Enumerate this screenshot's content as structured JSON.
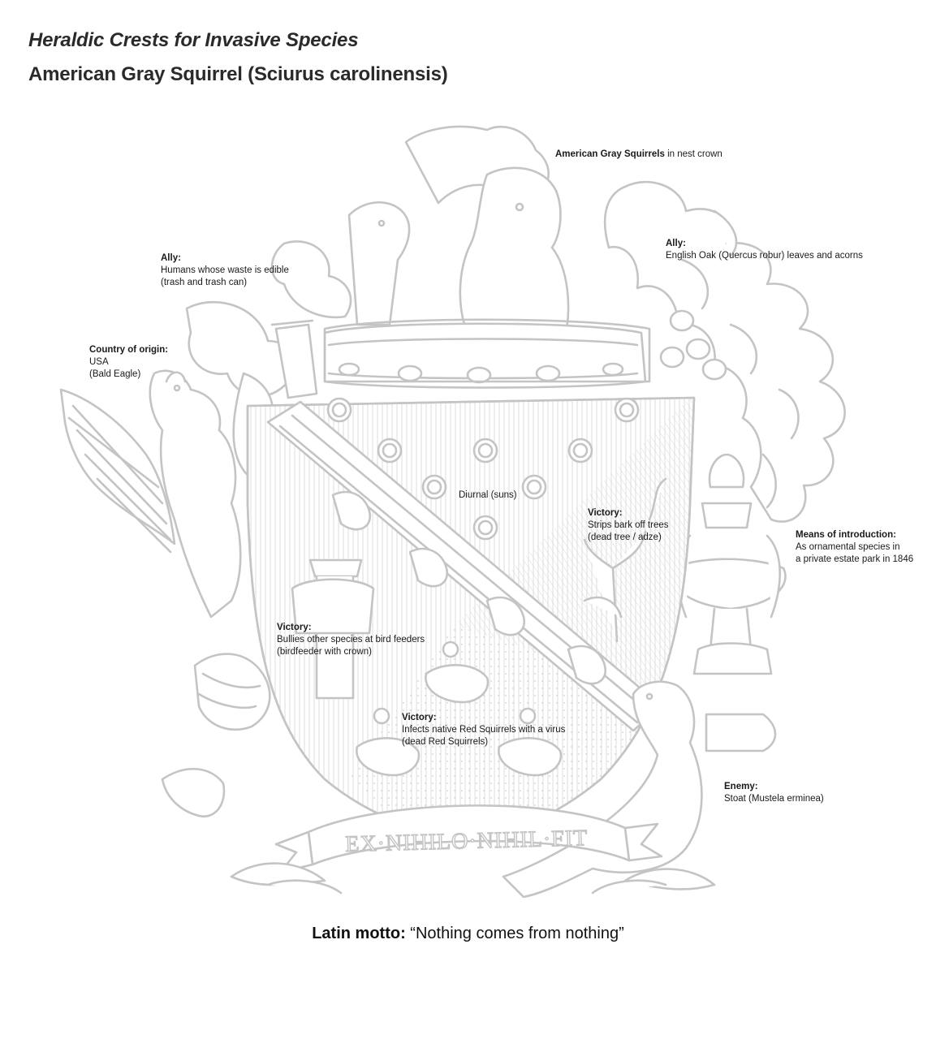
{
  "header": {
    "title": "Heraldic Crests for Invasive Species",
    "subtitle": "American Gray Squirrel (Sciurus carolinensis)"
  },
  "crest": {
    "scroll_motto": "EX·NIHILO·NIHIL·FIT",
    "colors": {
      "line": "#c4c4c4",
      "fill": "#ffffff",
      "text": "#1a1a1a"
    }
  },
  "annotations": {
    "crown": {
      "bold": "American Gray Squirrels",
      "rest": " in nest crown"
    },
    "ally_humans": {
      "label": "Ally:",
      "line1": "Humans whose waste is edible",
      "line2": "(trash and trash can)"
    },
    "ally_oak": {
      "label": "Ally:",
      "line1": "English Oak (Quercus robur) leaves and acorns"
    },
    "origin": {
      "label": "Country of origin:",
      "line1": "USA",
      "line2": "(Bald Eagle)"
    },
    "suns": {
      "text": "Diurnal (suns)"
    },
    "victory_trees": {
      "label": "Victory:",
      "line1": "Strips bark off trees",
      "line2": "(dead tree / adze)"
    },
    "introduction": {
      "label": "Means of introduction:",
      "line1": "As ornamental species in",
      "line2": "a private estate park in 1846"
    },
    "victory_feeders": {
      "label": "Victory:",
      "line1": "Bullies other species at bird feeders",
      "line2": "(birdfeeder with crown)"
    },
    "victory_virus": {
      "label": "Victory:",
      "line1": "Infects native Red Squirrels with a virus",
      "line2": "(dead Red Squirrels)"
    },
    "enemy": {
      "label": "Enemy:",
      "line1": "Stoat (Mustela erminea)"
    }
  },
  "footer": {
    "motto_label": "Latin motto:",
    "motto_text": " “Nothing comes from nothing”"
  }
}
